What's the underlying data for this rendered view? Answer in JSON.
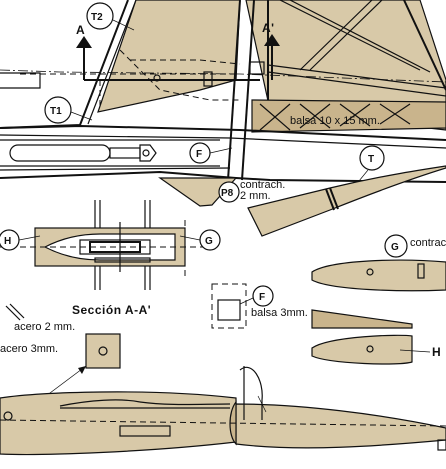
{
  "labels": {
    "t2": "T2",
    "t1": "T1",
    "t_right": "T",
    "f_top": "F",
    "f_mid": "F",
    "p8": "P8",
    "h_left": "H",
    "g_left": "G",
    "g_right": "G",
    "h_right": "H",
    "section_a_left": "A",
    "section_a_right": "A'",
    "balsa_strip": "balsa 10 x 15 mm.",
    "contrach_p8_line1": "contrach.",
    "contrach_p8_line2": "2 mm.",
    "contrach_g": "contracha",
    "seccion": "Sección A-A'",
    "balsa_f": "balsa  3mm.",
    "acero_2": "acero 2 mm.",
    "acero_3": "acero  3mm."
  }
}
